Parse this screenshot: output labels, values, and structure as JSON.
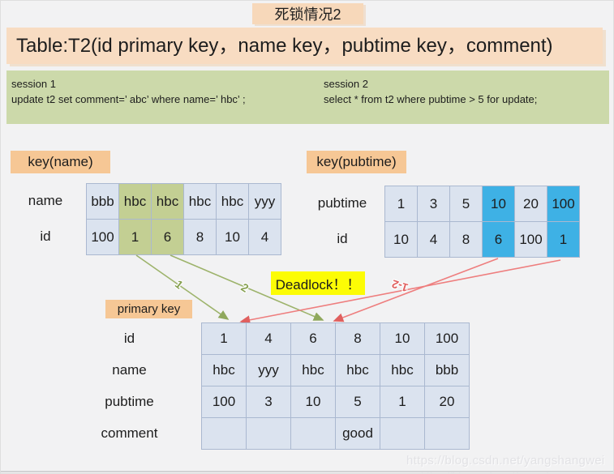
{
  "title": "死锁情况2",
  "banner": "Table:T2(id primary key，name key，pubtime key，comment)",
  "sessions": {
    "s1_title": "session 1",
    "s1_sql": "update t2 set comment=’ abc’  where name=’ hbc’ ;",
    "s2_title": "session 2",
    "s2_sql": "select * from t2 where pubtime > 5 for update;"
  },
  "key_name": {
    "label": "key(name)",
    "name_label": "name",
    "id_label": "id",
    "name_row": [
      "bbb",
      "hbc",
      "hbc",
      "hbc",
      "hbc",
      "yyy"
    ],
    "id_row": [
      "100",
      "1",
      "6",
      "8",
      "10",
      "4"
    ]
  },
  "key_pubtime": {
    "label": "key(pubtime)",
    "pubtime_label": "pubtime",
    "id_label": "id",
    "pubtime_row": [
      "1",
      "3",
      "5",
      "10",
      "20",
      "100"
    ],
    "id_row": [
      "10",
      "4",
      "8",
      "6",
      "100",
      "1"
    ]
  },
  "deadlock": "Deadlock！！",
  "primary": {
    "label": "primary key",
    "row_labels": [
      "id",
      "name",
      "pubtime",
      "comment"
    ],
    "id_row": [
      "1",
      "4",
      "6",
      "8",
      "10",
      "100"
    ],
    "name_row": [
      "hbc",
      "yyy",
      "hbc",
      "hbc",
      "hbc",
      "bbb"
    ],
    "pubtime_row": [
      "100",
      "3",
      "10",
      "5",
      "1",
      "20"
    ],
    "comment_row": [
      "",
      "",
      "",
      "good",
      "",
      ""
    ]
  },
  "arrow_labels": {
    "green1": "1",
    "green2": "2",
    "red": "1-2"
  },
  "watermark": "https://blog.csdn.net/yangshangwei",
  "colors": {
    "peach_banner": "#f8dcc2",
    "peach_label": "#f6c795",
    "session_green": "#ccd9aa",
    "cell_blue": "#dbe3ef",
    "highlight_green": "#c3cf93",
    "highlight_cyan": "#3eb1e5",
    "deadlock_yellow": "#fcfc05",
    "arrow_green": "#9db36b",
    "arrow_red": "#ee7e7e"
  }
}
